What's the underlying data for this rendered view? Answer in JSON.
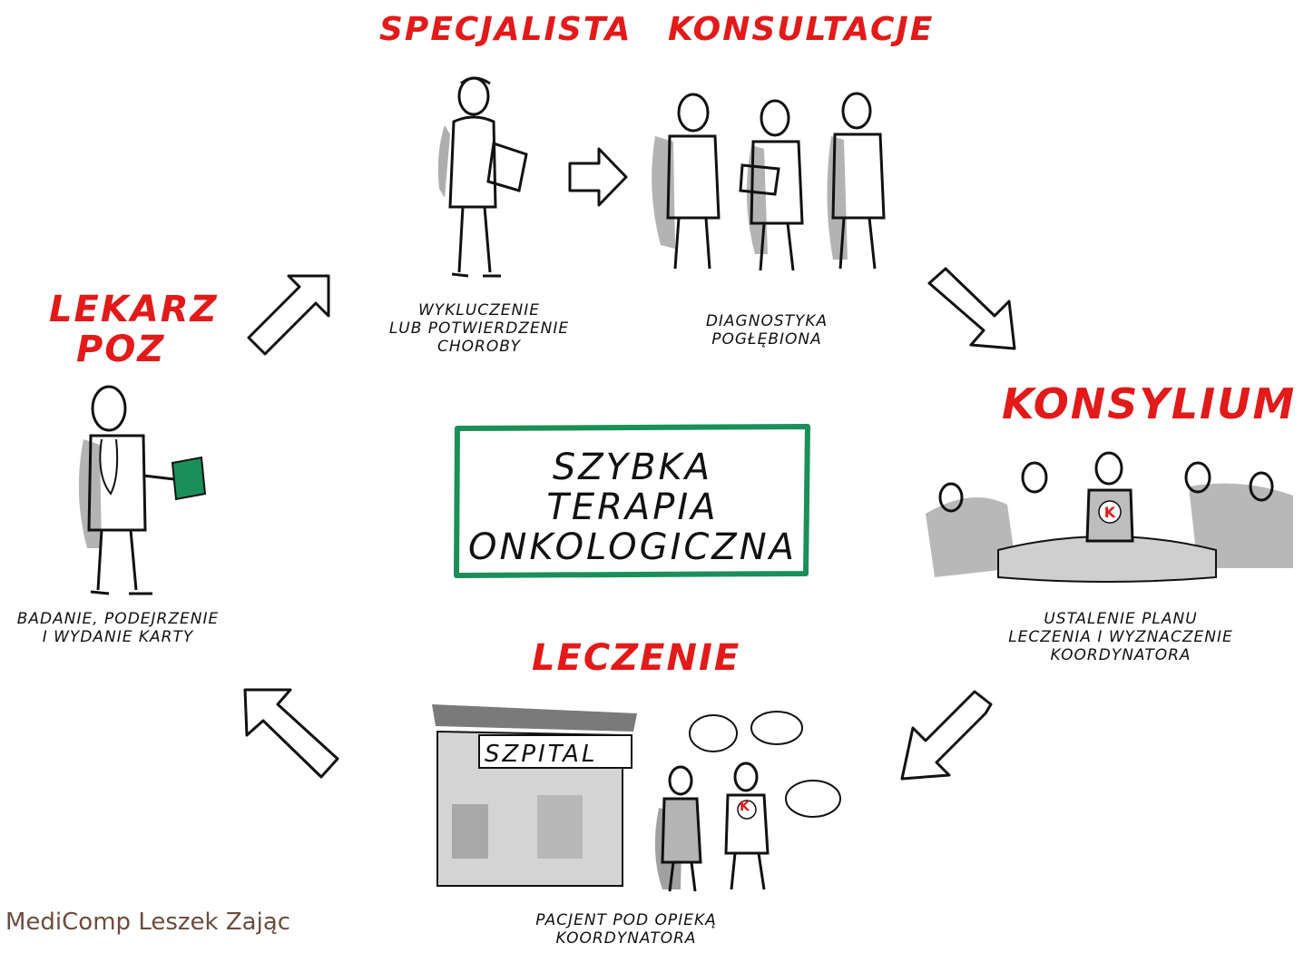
{
  "center": {
    "line1": "SZYBKA",
    "line2": "TERAPIA",
    "line3": "ONKOLOGICZNA"
  },
  "stages": {
    "lekarz": {
      "title_line1": "LEKARZ",
      "title_line2": "POZ",
      "caption_line1": "BADANIE, PODEJRZENIE",
      "caption_line2": "I WYDANIE KARTY"
    },
    "specjalista": {
      "title": "SPECJALISTA",
      "caption_line1": "WYKLUCZENIE",
      "caption_line2": "LUB POTWIERDZENIE",
      "caption_line3": "CHOROBY"
    },
    "konsultacje": {
      "title": "KONSULTACJE",
      "caption_line1": "DIAGNOSTYKA",
      "caption_line2": "POGŁĘBIONA"
    },
    "konsylium": {
      "title": "KONSYLIUM",
      "caption_line1": "USTALENIE PLANU",
      "caption_line2": "LECZENIA I WYZNACZENIE",
      "caption_line3": "KOORDYNATORA"
    },
    "leczenie": {
      "title": "LECZENIE",
      "sign": "SZPITAL",
      "badge": "K",
      "caption_line1": "PACJENT POD OPIEKĄ",
      "caption_line2": "KOORDYNATORA"
    }
  },
  "credit": "MediComp Leszek Zając",
  "colors": {
    "title_red": "#e21a1a",
    "frame_green": "#1a8f5a",
    "ink": "#111111",
    "credit_brown": "#6d4c3d",
    "wash_grey": "#9a9a9a"
  }
}
